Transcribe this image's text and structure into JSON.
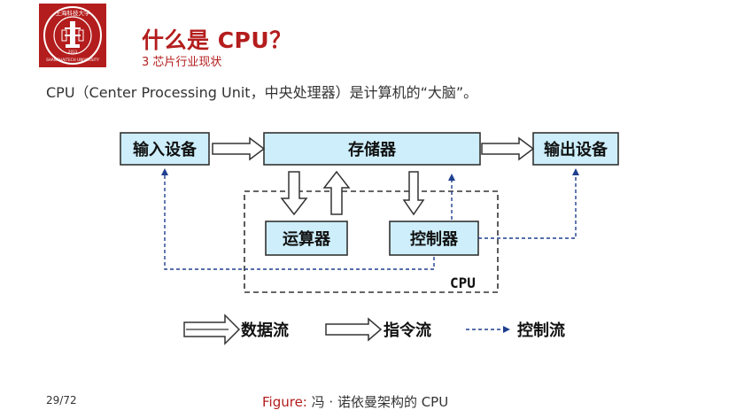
{
  "logo": {
    "ring_text_top": "上海科技大学",
    "ring_text_bottom": "SHANGHAITECH UNIVERSITY",
    "year": "2013"
  },
  "slide": {
    "title": "什么是 CPU？",
    "subtitle": "3 芯片行业现状",
    "intro": "CPU（Center Processing Unit，中央处理器）是计算机的“大脑”。",
    "page": "29/72",
    "caption_prefix": "Figure:",
    "caption_text": "冯 · 诺依曼架构的 CPU"
  },
  "diagram": {
    "input_device": "输入设备",
    "memory": "存储器",
    "output_device": "输出设备",
    "alu": "运算器",
    "controller": "控制器",
    "cpu_label": "CPU",
    "legend": {
      "data_flow": "数据流",
      "instruction_flow": "指令流",
      "control_flow": "控制流"
    }
  },
  "colors": {
    "brand_red": "#b41d1d",
    "box_fill": "#cdeefa",
    "control_line": "#1f3f8f"
  }
}
